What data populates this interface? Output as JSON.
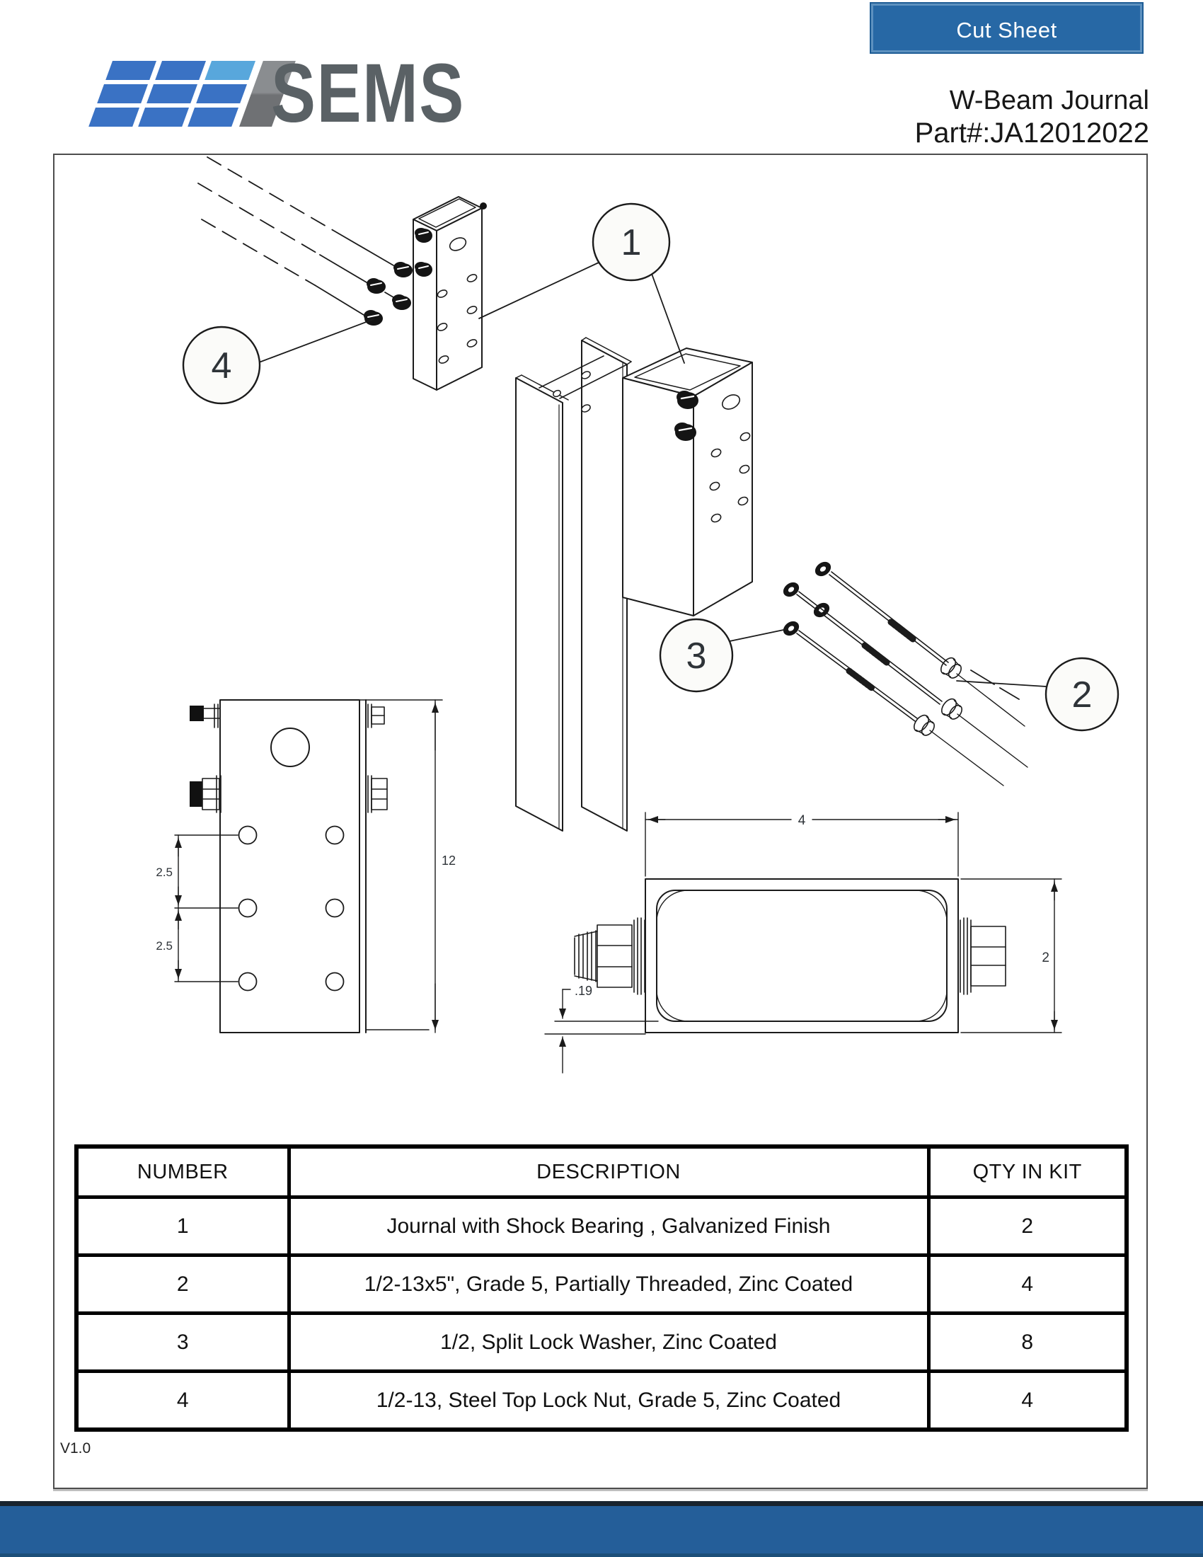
{
  "header": {
    "banner_label": "Cut Sheet",
    "title": "W-Beam Journal",
    "part_number": "Part#:JA12012022",
    "logo_text": "SEMS"
  },
  "colors": {
    "banner_blue": "#2768a5",
    "footer_blue": "#245e99",
    "footer_dark": "#19242e",
    "logo_blue": "#3a72c4",
    "logo_light_blue": "#58a7dc",
    "logo_gray": "#8a8d90",
    "logo_word_gray": "#5a6165"
  },
  "drawing": {
    "callouts": {
      "c1": "1",
      "c2": "2",
      "c3": "3",
      "c4": "4"
    },
    "front_view": {
      "spacing_top": "2.5",
      "spacing_bottom": "2.5",
      "overall_height": "12"
    },
    "top_view": {
      "width": "4",
      "height": "2",
      "wall_thickness": ".19"
    }
  },
  "version": "V1.0",
  "table": {
    "headers": {
      "number": "NUMBER",
      "description": "DESCRIPTION",
      "qty": "QTY IN KIT"
    },
    "rows": [
      {
        "number": "1",
        "description": "Journal with Shock Bearing , Galvanized Finish",
        "qty": "2"
      },
      {
        "number": "2",
        "description": "1/2-13x5\", Grade 5, Partially Threaded, Zinc Coated",
        "qty": "4"
      },
      {
        "number": "3",
        "description": "1/2, Split Lock Washer, Zinc Coated",
        "qty": "8"
      },
      {
        "number": "4",
        "description": "1/2-13, Steel Top Lock Nut, Grade 5, Zinc Coated",
        "qty": "4"
      }
    ]
  }
}
